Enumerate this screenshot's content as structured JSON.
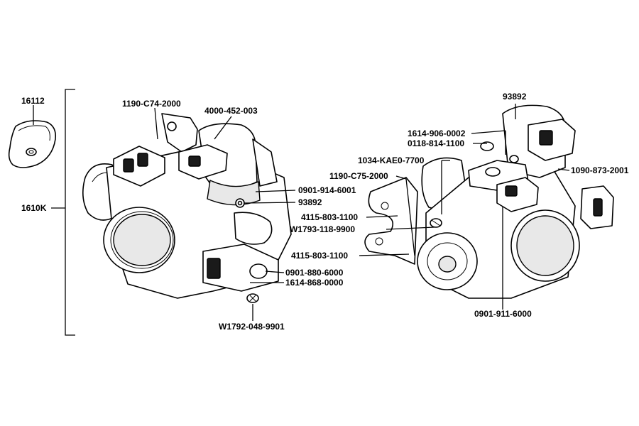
{
  "labels": {
    "p16112": "16112",
    "p1610K": "1610K",
    "p1190C74": "1190-C74-2000",
    "p4000452": "4000-452-003",
    "p0901914": "0901-914-6001",
    "p93892_left": "93892",
    "p0901880": "0901-880-6000",
    "p1614868": "1614-868-0000",
    "pW1792": "W1792-048-9901",
    "p93892_right": "93892",
    "p1614906": "1614-906-0002",
    "p0118814": "0118-814-1100",
    "p1034KAE0": "1034-KAE0-7700",
    "p1190C75": "1190-C75-2000",
    "p1090873": "1090-873-2001",
    "p4115803_a": "4115-803-1100",
    "pW1793": "W1793-118-9900",
    "p4115803_b": "4115-803-1100",
    "p0901911": "0901-911-6000"
  }
}
